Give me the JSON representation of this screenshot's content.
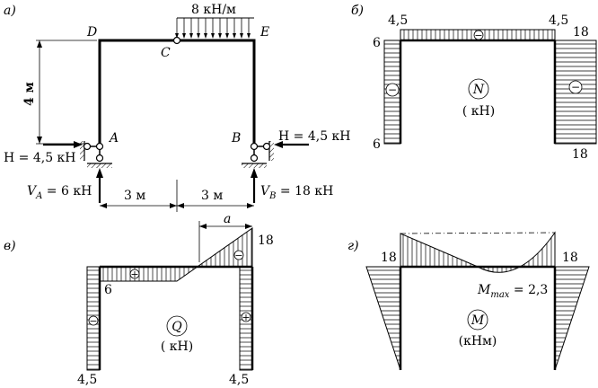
{
  "panels": {
    "a": "а)",
    "b": "б)",
    "v": "в)",
    "g": "г)"
  },
  "scheme": {
    "load": "8 кН/м",
    "height": "4 м",
    "span_left": "3 м",
    "span_right": "3 м",
    "node_D": "D",
    "node_E": "E",
    "node_C": "C",
    "node_A": "A",
    "node_B": "B",
    "h_left": "H = 4,5 кН",
    "h_right": "H = 4,5 кН",
    "va_main": "V",
    "va_sub": "A",
    "va_rest": " = 6 кН",
    "vb_main": "V",
    "vb_sub": "B",
    "vb_rest": " = 18 кН"
  },
  "n_diagram": {
    "v_tl": "4,5",
    "v_tr": "4,5",
    "v_l6": "6",
    "v_r18": "18",
    "v_lb6": "6",
    "v_rb18": "18",
    "sign": "−",
    "symbol": "N",
    "unit": "( кН)"
  },
  "q_diagram": {
    "dim_a": "a",
    "v_18": "18",
    "v_6": "6",
    "v_bl": "4,5",
    "v_br": "4,5",
    "plus": "+",
    "minus": "−",
    "symbol": "Q",
    "unit": "( кН)"
  },
  "m_diagram": {
    "v_l18": "18",
    "v_r18": "18",
    "mmax_main": "M",
    "mmax_sub": "max",
    "mmax_rest": " = 2,3",
    "symbol": "M",
    "unit": "(кНм)"
  }
}
